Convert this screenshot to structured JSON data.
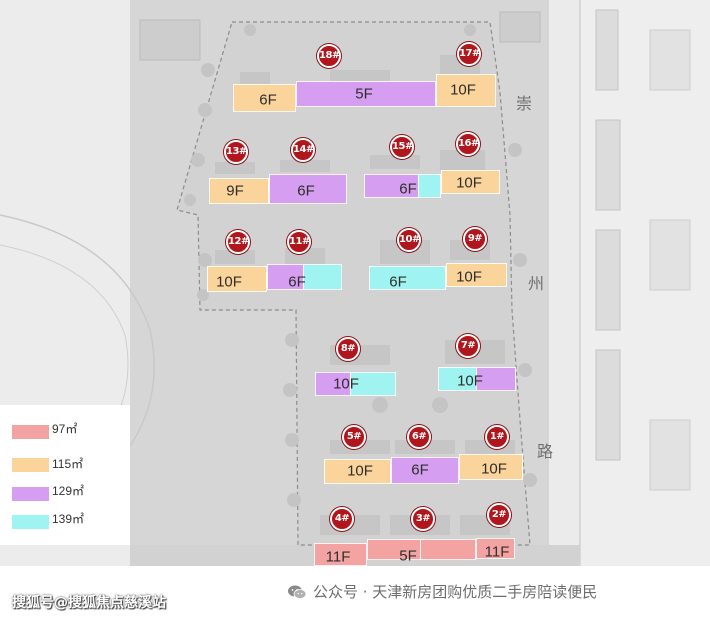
{
  "colors": {
    "area_97": "#f4a3a3",
    "area_115": "#fbd49b",
    "area_129": "#d69ef1",
    "area_139": "#9ff3f1",
    "badge": "#b1161c"
  },
  "road_label": [
    "崇",
    "州",
    "路"
  ],
  "buildings": [
    {
      "id": "18#",
      "floors": "5F",
      "area": "129"
    },
    {
      "id": "17#",
      "floors": "10F",
      "area": "115"
    },
    {
      "id": "",
      "floors": "6F",
      "area": "115"
    },
    {
      "id": "13#",
      "floors": "9F",
      "area": "115"
    },
    {
      "id": "14#",
      "floors": "6F",
      "area": "129"
    },
    {
      "id": "15#",
      "floors": "6F",
      "area": "129"
    },
    {
      "id": "16#",
      "floors": "10F",
      "area": "115"
    },
    {
      "id": "12#",
      "floors": "10F",
      "area": "115"
    },
    {
      "id": "11#",
      "floors": "6F",
      "area": "129"
    },
    {
      "id": "10#",
      "floors": "6F",
      "area": "139"
    },
    {
      "id": "9#",
      "floors": "10F",
      "area": "115"
    },
    {
      "id": "8#",
      "floors": "10F",
      "area": "129"
    },
    {
      "id": "7#",
      "floors": "10F",
      "area": "139"
    },
    {
      "id": "5#",
      "floors": "10F",
      "area": "115"
    },
    {
      "id": "6#",
      "floors": "6F",
      "area": "129"
    },
    {
      "id": "1#",
      "floors": "10F",
      "area": "115"
    },
    {
      "id": "4#",
      "floors": "11F",
      "area": "97"
    },
    {
      "id": "3#",
      "floors": "5F",
      "area": "97"
    },
    {
      "id": "2#",
      "floors": "11F",
      "area": "97"
    }
  ],
  "legend": [
    {
      "label": "97㎡",
      "color": "#f4a3a3"
    },
    {
      "label": "115㎡",
      "color": "#fbd49b"
    },
    {
      "label": "129㎡",
      "color": "#d69ef1"
    },
    {
      "label": "139㎡",
      "color": "#9ff3f1"
    }
  ],
  "watermarks": {
    "left": "搜狐号@搜狐焦点慈溪站",
    "right": "公众号 · 天津新房团购优质二手房陪读便民",
    "right_icon": "wechat-icon"
  }
}
